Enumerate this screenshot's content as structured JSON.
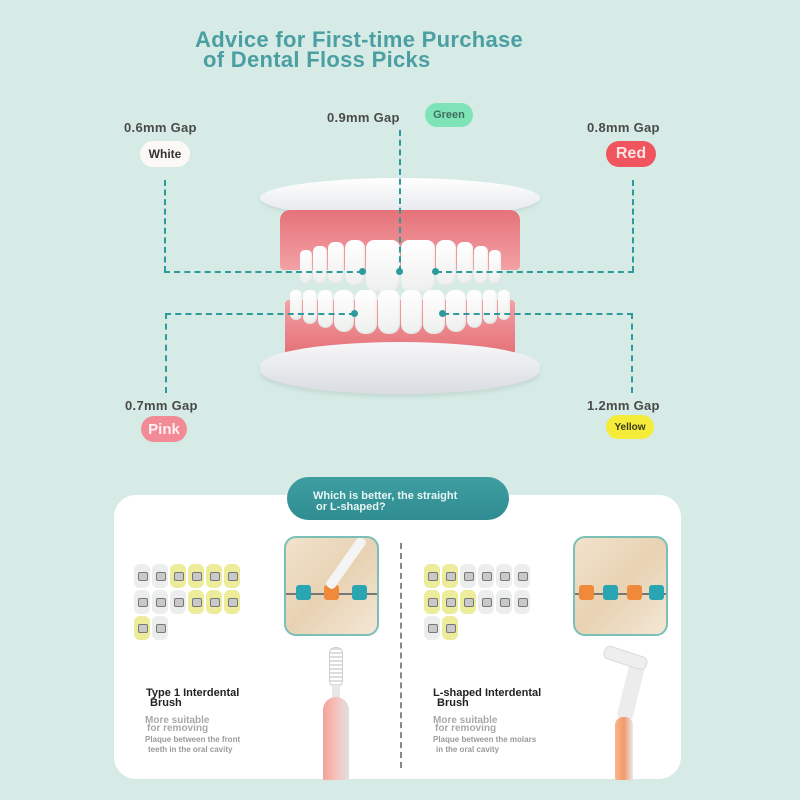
{
  "title": {
    "line1": "Advice for First-time Purchase",
    "line2": "of Dental Floss Picks"
  },
  "gaps": [
    {
      "label": "0.6mm Gap",
      "color_name": "White",
      "color": "#fcf8f6",
      "position": "upper-left"
    },
    {
      "label": "0.9mm Gap",
      "color_name": "Green",
      "color": "#7ee4b8",
      "position": "upper-center"
    },
    {
      "label": "0.8mm Gap",
      "color_name": "Red",
      "color": "#f0555f",
      "position": "upper-right"
    },
    {
      "label": "0.7mm Gap",
      "color_name": "Pink",
      "color": "#f28b95",
      "position": "lower-left"
    },
    {
      "label": "1.2mm Gap",
      "color_name": "Yellow",
      "color": "#f5ec3a",
      "position": "lower-right"
    }
  ],
  "comparison": {
    "question_line1": "Which is better, the straight",
    "question_line2": "or L-shaped?",
    "products": [
      {
        "title_line1": "Type 1 Interdental",
        "title_line2": "Brush",
        "sub_line1": "More suitable",
        "sub_line2": "for removing",
        "desc_line1": "Plaque between the front",
        "desc_line2": "teeth in the oral cavity",
        "highlight": "front teeth"
      },
      {
        "title_line1": "L-shaped Interdental",
        "title_line2": "Brush",
        "sub_line1": "More suitable",
        "sub_line2": "for removing",
        "desc_line1": "Plaque between the molars",
        "desc_line2": "in the oral cavity",
        "highlight": "molars"
      }
    ]
  },
  "colors": {
    "background": "#d6ebe5",
    "accent_teal": "#2d9a9c",
    "title_teal": "#4b9fa3",
    "card": "#ffffff"
  }
}
